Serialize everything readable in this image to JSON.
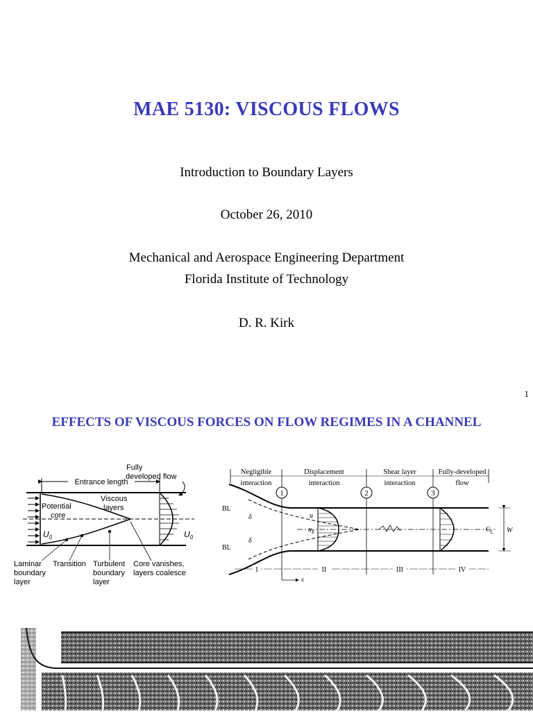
{
  "slide1": {
    "title": "MAE 5130: VISCOUS FLOWS",
    "subtitle": "Introduction to Boundary Layers",
    "date": "October 26, 2010",
    "department": "Mechanical and Aerospace Engineering Department",
    "institute": "Florida Institute of Technology",
    "author": "D. R. Kirk",
    "page_number": "1"
  },
  "slide2": {
    "heading": "EFFECTS OF VISCOUS FORCES ON FLOW REGIMES IN A CHANNEL",
    "figure_left": {
      "entrance_length": "Entrance length",
      "fully_developed_1": "Fully",
      "fully_developed_2": "developed flow",
      "potential_1": "Potential",
      "potential_2": "core",
      "viscous_1": "Viscous",
      "viscous_2": "layers",
      "u0_left": "U",
      "u0_right": "U",
      "u0_sub": "0",
      "laminar_1": "Laminar",
      "laminar_2": "boundary",
      "laminar_3": "layer",
      "transition": "Transition",
      "turbulent_1": "Turbulent",
      "turbulent_2": "boundary",
      "turbulent_3": "layer",
      "core_1": "Core vanishes,",
      "core_2": "layers coalesce"
    },
    "figure_right": {
      "regions": [
        {
          "line1": "Negligible",
          "line2": "interaction"
        },
        {
          "line1": "Displacement",
          "line2": "interaction"
        },
        {
          "line1": "Shear layer",
          "line2": "interaction"
        },
        {
          "line1": "Fully-developed",
          "line2": "flow"
        }
      ],
      "stations": [
        "1",
        "2",
        "3"
      ],
      "bl_top": "BL",
      "bl_bottom": "BL",
      "delta_top": "δ",
      "delta_bottom": "δ",
      "u_label": "u",
      "ue_label": "u",
      "ue_sub": "E",
      "centerline": "C",
      "centerline_sub": "L",
      "width": "W",
      "roman": [
        "I",
        "II",
        "III",
        "IV"
      ],
      "x_axis": "x"
    }
  }
}
